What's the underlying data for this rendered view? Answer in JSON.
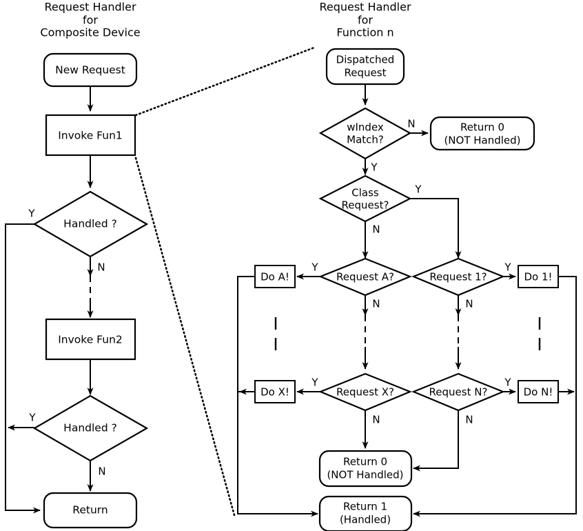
{
  "diagram": {
    "title_left": [
      "Request Handler",
      "for",
      "Composite Device"
    ],
    "title_right": [
      "Request Handler",
      "for",
      "Function n"
    ],
    "left_flow": {
      "start": "New Request",
      "invoke1": "Invoke Fun1",
      "decision1": "Handled ?",
      "invoke2": "Invoke Fun2",
      "decision2": "Handled ?",
      "end": "Return",
      "yes": "Y",
      "no": "N"
    },
    "right_flow": {
      "start": "Dispatched Request",
      "start_line1": "Dispatched",
      "start_line2": "Request",
      "windex": "wIndex Match?",
      "windex_line1": "wIndex",
      "windex_line2": "Match?",
      "return0_top_line1": "Return 0",
      "return0_top_line2": "(NOT Handled)",
      "class_request": "Class Request?",
      "class_line1": "Class",
      "class_line2": "Request?",
      "request_a": "Request A?",
      "request_x": "Request X?",
      "request_1": "Request 1?",
      "request_n": "Request N?",
      "do_a": "Do A!",
      "do_x": "Do X!",
      "do_1": "Do 1!",
      "do_n": "Do N!",
      "return0_line1": "Return 0",
      "return0_line2": "(NOT Handled)",
      "return1_line1": "Return 1",
      "return1_line2": "(Handled)",
      "yes": "Y",
      "no": "N",
      "ellipsis": "|"
    },
    "colors": {
      "stroke": "#000000",
      "fill": "#ffffff"
    }
  }
}
